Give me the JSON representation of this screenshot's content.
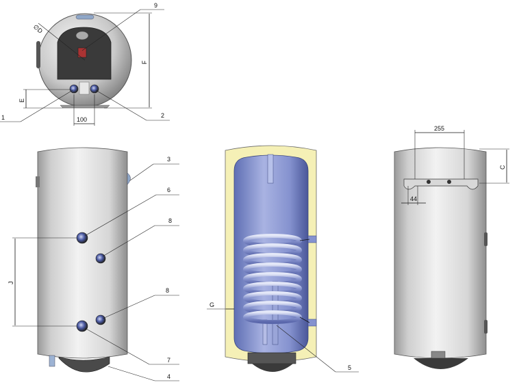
{
  "labels": {
    "n1": "1",
    "n2": "2",
    "n3": "3",
    "n4": "4",
    "n5": "5",
    "n6": "6",
    "n7": "7",
    "n8a": "8",
    "n8b": "8",
    "n9": "9"
  },
  "dimensions": {
    "diameter": "∅D",
    "f": "F",
    "e": "E",
    "width_100": "100",
    "j": "J",
    "g": "G",
    "c": "C",
    "width_255": "255",
    "width_44": "44"
  }
}
